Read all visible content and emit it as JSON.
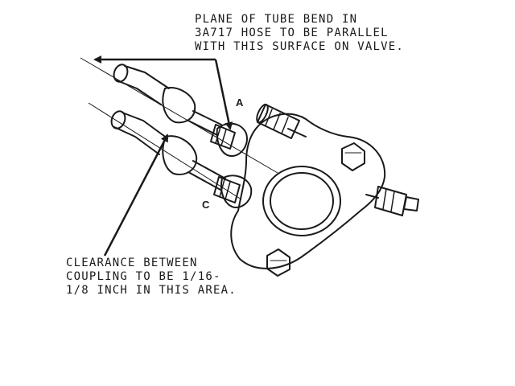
{
  "notes": {
    "top": [
      "PLANE OF TUBE BEND IN",
      "3A717 HOSE TO BE PARALLEL",
      "WITH THIS SURFACE ON VALVE."
    ],
    "bottom": [
      "CLEARANCE BETWEEN",
      "COUPLING TO BE 1/16-",
      "1/8 INCH IN THIS AREA."
    ]
  },
  "labels": {
    "a": "A",
    "c": "C"
  },
  "colors": {
    "ink": "#1a1a1a",
    "background": "#ffffff"
  }
}
